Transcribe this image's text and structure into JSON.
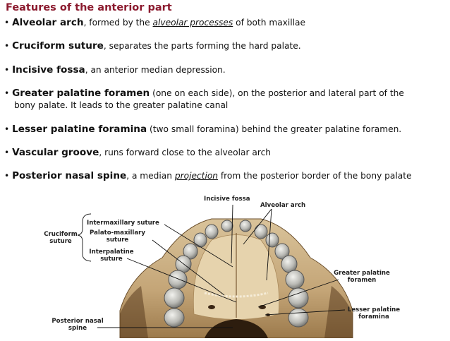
{
  "title": "Features of the anterior part",
  "bullets": [
    {
      "term": "Alveolar arch",
      "pre": ", formed by the ",
      "link": "alveolar processes",
      "post": " of both maxillae"
    },
    {
      "term": "Cruciform suture",
      "pre": ", separates the parts forming the hard palate.",
      "link": "",
      "post": ""
    },
    {
      "term": "Incisive fossa",
      "pre": ", an anterior median depression.",
      "link": "",
      "post": ""
    },
    {
      "term": "Greater palatine foramen",
      "pre": " (one on each side), on the posterior and lateral part of the",
      "link": "",
      "post": ""
    },
    {
      "term": "Lesser palatine foramina",
      "pre": " (two small foramina) behind the greater palatine foramen.",
      "link": "",
      "post": ""
    },
    {
      "term": "Vascular groove",
      "pre": ", runs forward close to the alveolar arch",
      "link": "",
      "post": ""
    },
    {
      "term": "Posterior nasal spine",
      "pre": ", a median ",
      "link": "projection",
      "post": " from the posterior border of the bony palate"
    }
  ],
  "bullet4_line2": {
    "pre": "bony palate. It leads to the ",
    "link": "greater palatine canal"
  },
  "bullet_symbol": "•",
  "figure": {
    "incisive_fossa": "Incisive fossa",
    "alveolar_arch": "Alveolar arch",
    "intermaxillary": "Intermaxillary suture",
    "palato_1": "Palato-maxillary",
    "palato_2": "suture",
    "interpalatine_1": "Interpalatine",
    "interpalatine_2": "suture",
    "cruciform_1": "Cruciform",
    "cruciform_2": "suture",
    "greater_1": "Greater palatine",
    "greater_2": "foramen",
    "lesser_1": "Lesser palatine",
    "lesser_2": "foramina",
    "posterior_1": "Posterior nasal",
    "posterior_2": "spine"
  }
}
